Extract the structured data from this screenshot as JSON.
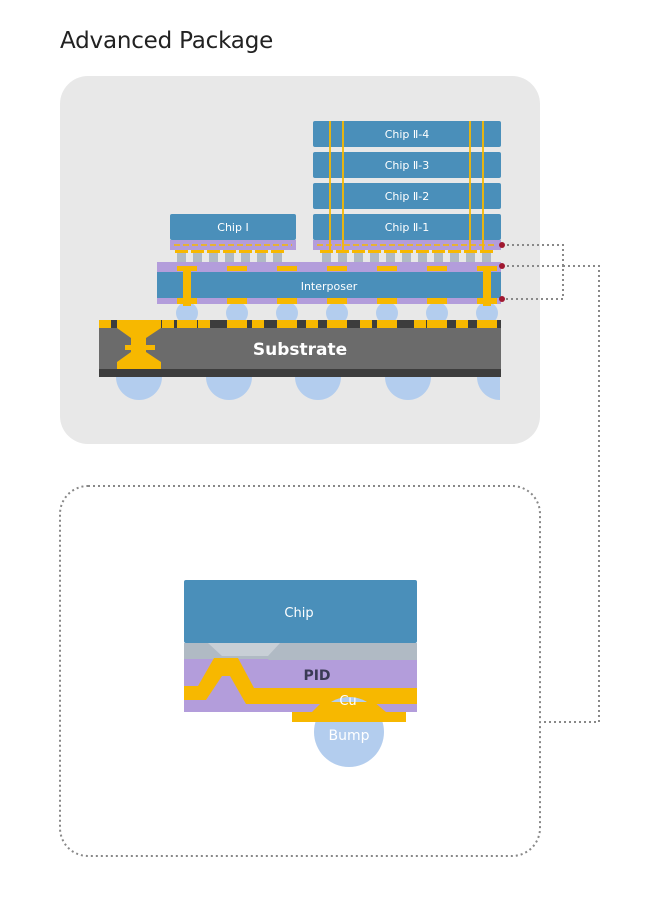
{
  "title": "Advanced Package",
  "labels": {
    "chip_1": "Chip Ⅰ",
    "chip_2_1": "Chip Ⅱ-1",
    "chip_2_2": "Chip Ⅱ-2",
    "chip_2_3": "Chip Ⅱ-3",
    "chip_2_4": "Chip Ⅱ-4",
    "interposer": "Interposer",
    "substrate": "Substrate",
    "detail_chip": "Chip",
    "detail_pid": "PID",
    "detail_cu": "Cu",
    "detail_bump": "Bump"
  },
  "colors": {
    "panel": "#e8e8e8",
    "chip": "#4a8fba",
    "substrate": "#6b6b6b",
    "substrate_edge": "#3d3d3d",
    "gold": "#f7b800",
    "purple": "#b39ddb",
    "bump": "#b3cdee",
    "grey_layer": "#b0bac4",
    "marker": "#a01830",
    "dotted": "#888888"
  }
}
